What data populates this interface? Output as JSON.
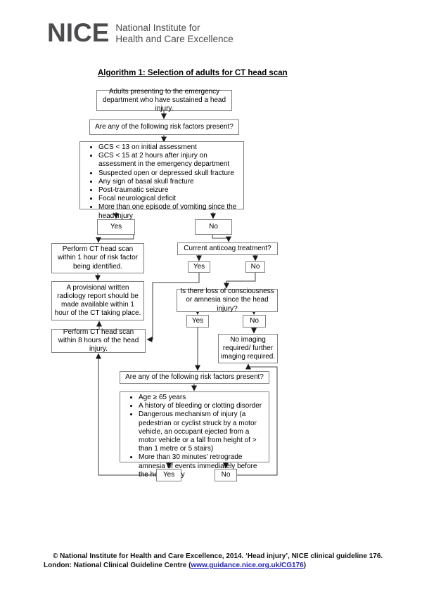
{
  "logo": {
    "acronym": "NICE",
    "tagline_line1": "National Institute for",
    "tagline_line2": "Health and Care Excellence"
  },
  "title": "Algorithm 1: Selection of adults for CT head scan",
  "nodes": {
    "start": "Adults presenting to the emergency department who have sustained a head injury.",
    "risk_question_1": "Are any of the following risk factors present?",
    "risk_factors_1": {
      "items": [
        "GCS < 13 on initial assessment",
        "GCS < 15 at 2 hours after injury on assessment in the emergency department",
        "Suspected open or depressed skull fracture",
        "Any sign of basal skull fracture",
        "Post-traumatic seizure",
        "Focal neurological deficit",
        "More than one episode of vomiting since the head injury"
      ]
    },
    "yes_1": "Yes",
    "no_1": "No",
    "ct_1_hour": "Perform CT head scan within 1 hour of risk factor being identified.",
    "radiology_report": "A provisional written radiology report should be made available within 1 hour of the CT taking place.",
    "ct_8_hours": "Perform CT head scan within 8 hours of the head injury.",
    "anticoag_question": "Current anticoag treatment?",
    "yes_2": "Yes",
    "no_2": "No",
    "loc_question": "Is there loss of consciousness or amnesia since the head injury?",
    "yes_3": "Yes",
    "no_3": "No",
    "no_imaging": "No imaging required/ further imaging required.",
    "risk_question_2": "Are any of the following risk factors present?",
    "risk_factors_2": {
      "items": [
        "Age ≥ 65 years",
        "A history of bleeding or clotting disorder",
        "Dangerous mechanism of injury (a pedestrian or cyclist struck by a motor vehicle, an occupant ejected from a motor vehicle or a fall from height of > than 1 metre or 5 stairs)",
        "More than 30 minutes’ retrograde amnesia of events immediately before the head injury"
      ]
    },
    "yes_4": "Yes",
    "no_4": "No"
  },
  "footer": {
    "line1": "© National Institute for Health and Care Excellence, 2014. ‘Head injury’, NICE clinical guideline 176.",
    "line2_prefix": "London: National Clinical Guideline Centre (",
    "link_text": "www.guidance.nice.org.uk/CG176",
    "line2_suffix": ")"
  },
  "colors": {
    "box_border": "#7f7f7f",
    "connector": "#3f3f3f",
    "logo_gray": "#4c4c4e",
    "link_blue": "#2323bb"
  }
}
